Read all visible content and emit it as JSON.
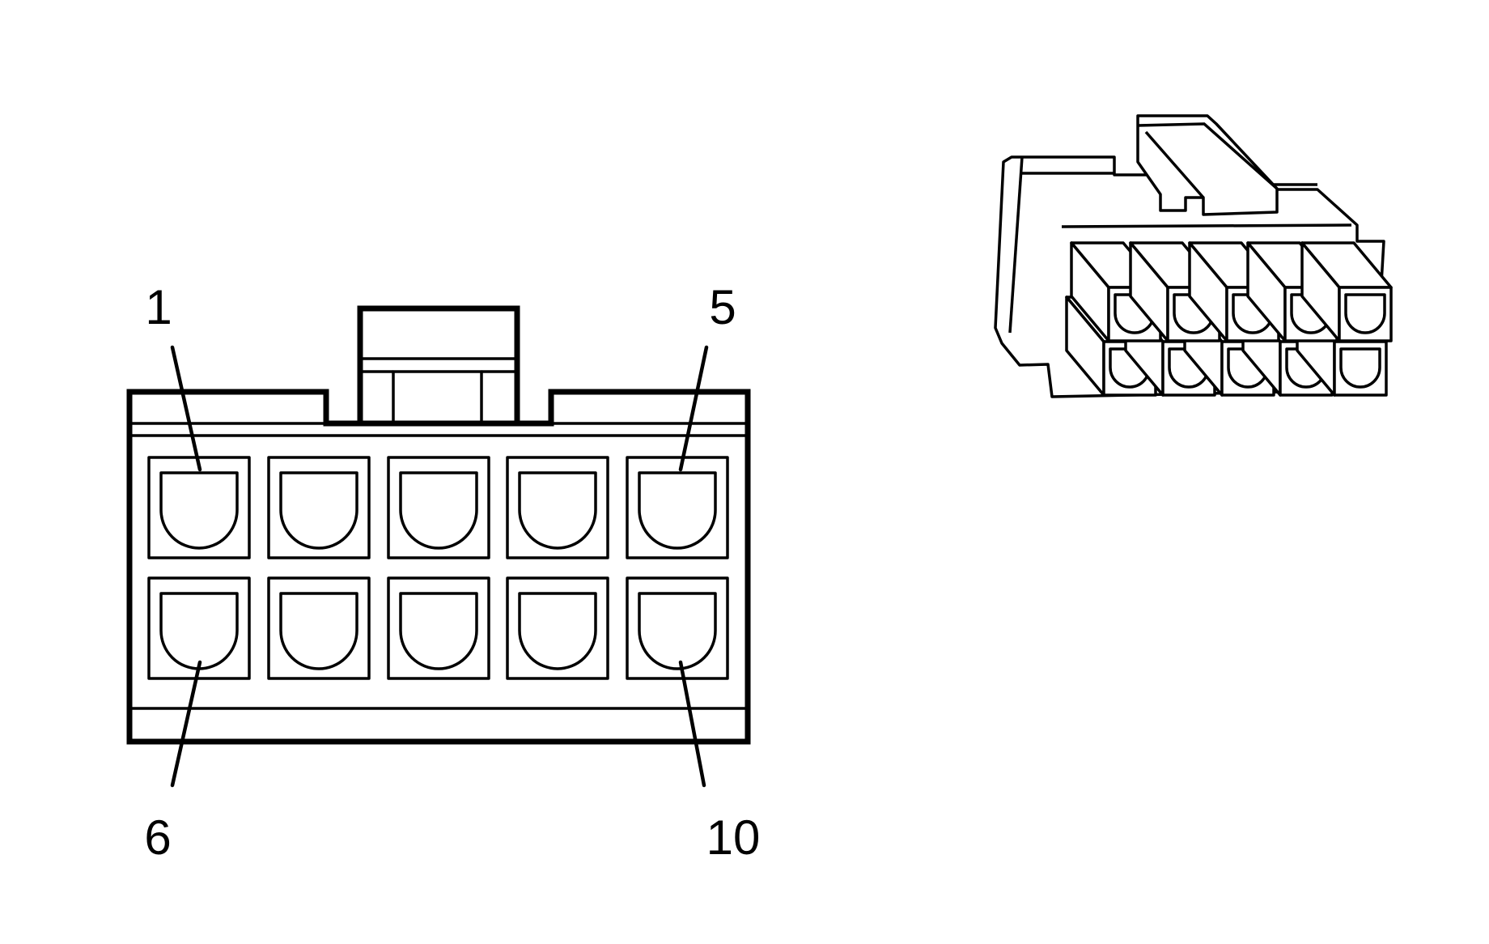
{
  "diagram": {
    "pin_labels": {
      "top_left": "1",
      "top_right": "5",
      "bottom_left": "6",
      "bottom_right": "10"
    },
    "pins_per_row": 5,
    "rows": 2
  }
}
